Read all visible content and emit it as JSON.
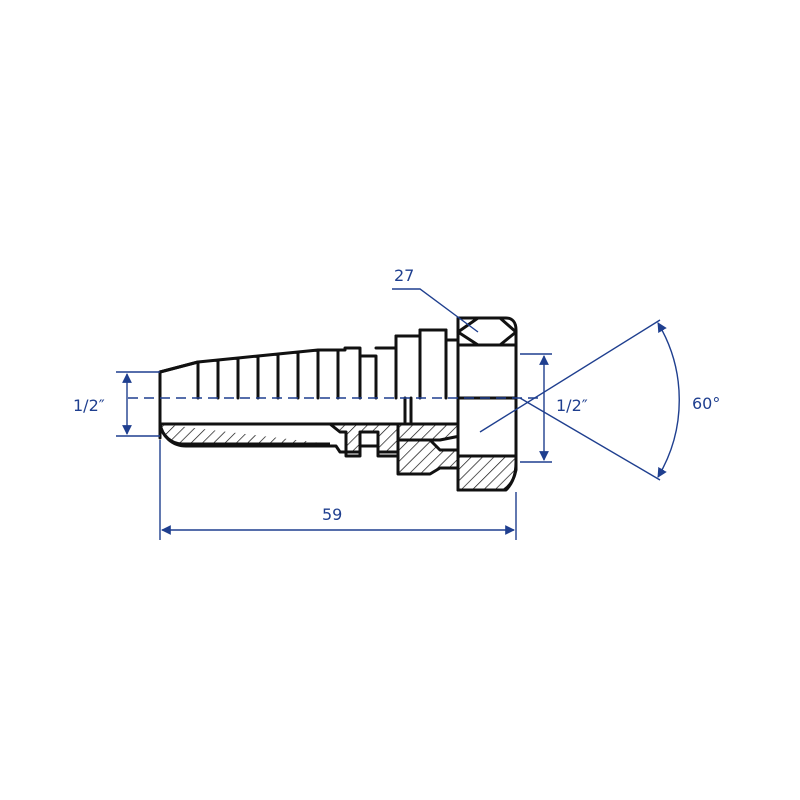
{
  "dimensions": {
    "hex_size": "27",
    "hose_bore": "1/2″",
    "thread_size": "1/2″",
    "cone_angle": "60°",
    "overall_length": "59"
  },
  "colors": {
    "dimension": "#1f3f8f",
    "outline": "#111111"
  }
}
